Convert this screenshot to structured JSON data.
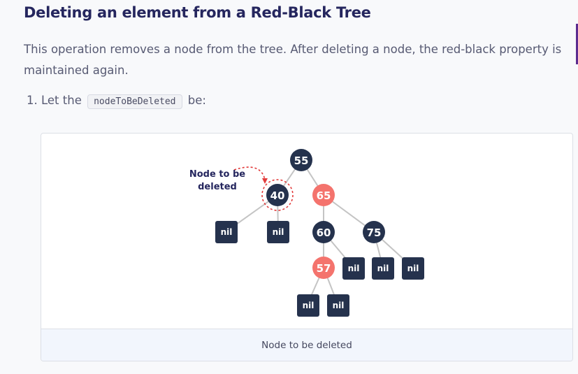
{
  "heading": "Deleting an element from a Red-Black Tree",
  "paragraph": "This operation removes a node from the tree. After deleting a node, the red-black property is maintained again.",
  "step": {
    "number": "1.",
    "prefix": "Let the",
    "code": "nodeToBeDeleted",
    "suffix": "be:"
  },
  "figure": {
    "annotation_line1": "Node to be",
    "annotation_line2": "deleted",
    "caption": "Node to be deleted",
    "colors": {
      "black_node": "#25324d",
      "red_node": "#f4736d",
      "edge": "#c4c4c4",
      "marker": "#e23b3b"
    },
    "nodes": [
      {
        "label": "55",
        "color": "black"
      },
      {
        "label": "40",
        "color": "black",
        "marked": true
      },
      {
        "label": "65",
        "color": "red"
      },
      {
        "label": "60",
        "color": "black"
      },
      {
        "label": "75",
        "color": "black"
      },
      {
        "label": "57",
        "color": "red"
      }
    ],
    "nil_label": "nil"
  }
}
